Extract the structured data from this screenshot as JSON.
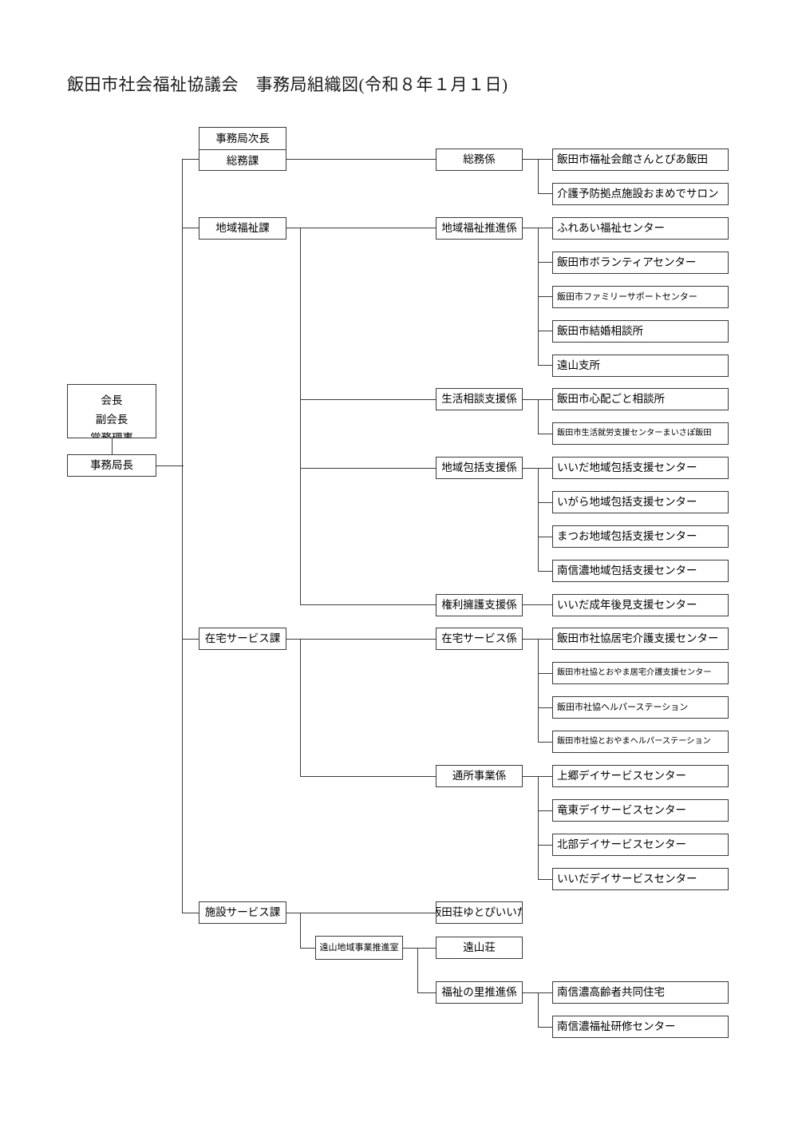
{
  "document": {
    "title": "飯田市社会福祉協議会　事務局組織図(令和８年１月１日)"
  },
  "leadership": {
    "line1": "会長",
    "line2": "副会長",
    "line3": "常務理事",
    "director": "事務局長"
  },
  "divisions": {
    "somuka": {
      "deputy": "事務局次長",
      "name": "総務課",
      "sections": [
        {
          "name": "総務係",
          "facilities": [
            "飯田市福祉会館さんとぴあ飯田",
            "介護予防拠点施設おまめでサロン"
          ]
        }
      ]
    },
    "chiiki_fukushi": {
      "name": "地域福祉課",
      "sections": [
        {
          "name": "地域福祉推進係",
          "facilities": [
            "ふれあい福祉センター",
            "飯田市ボランティアセンター",
            "飯田市ファミリーサポートセンター",
            "飯田市結婚相談所",
            "遠山支所"
          ]
        },
        {
          "name": "生活相談支援係",
          "facilities": [
            "飯田市心配ごと相談所",
            "飯田市生活就労支援センターまいさぽ飯田"
          ]
        },
        {
          "name": "地域包括支援係",
          "facilities": [
            "いいだ地域包括支援センター",
            "いがら地域包括支援センター",
            "まつお地域包括支援センター",
            "南信濃地域包括支援センター"
          ]
        },
        {
          "name": "権利擁護支援係",
          "facilities": [
            "いいだ成年後見支援センター"
          ]
        }
      ]
    },
    "zaitaku_service": {
      "name": "在宅サービス課",
      "sections": [
        {
          "name": "在宅サービス係",
          "facilities": [
            "飯田市社協居宅介護支援センター",
            "飯田市社協とおやま居宅介護支援センター",
            "飯田市社協ヘルパーステーション",
            "飯田市社協とおやまヘルパーステーション"
          ]
        },
        {
          "name": "通所事業係",
          "facilities": [
            "上郷デイサービスセンター",
            "竜東デイサービスセンター",
            "北部デイサービスセンター",
            "いいだデイサービスセンター"
          ]
        }
      ]
    },
    "shisetsu_service": {
      "name": "施設サービス課",
      "direct_facility": "飯田荘ゆとぴいいだ",
      "office": "遠山地域事業推進室",
      "office_children": [
        {
          "name": "遠山荘",
          "facilities": []
        },
        {
          "name": "福祉の里推進係",
          "facilities": [
            "南信濃高齢者共同住宅",
            "南信濃福祉研修センター"
          ]
        }
      ]
    }
  }
}
